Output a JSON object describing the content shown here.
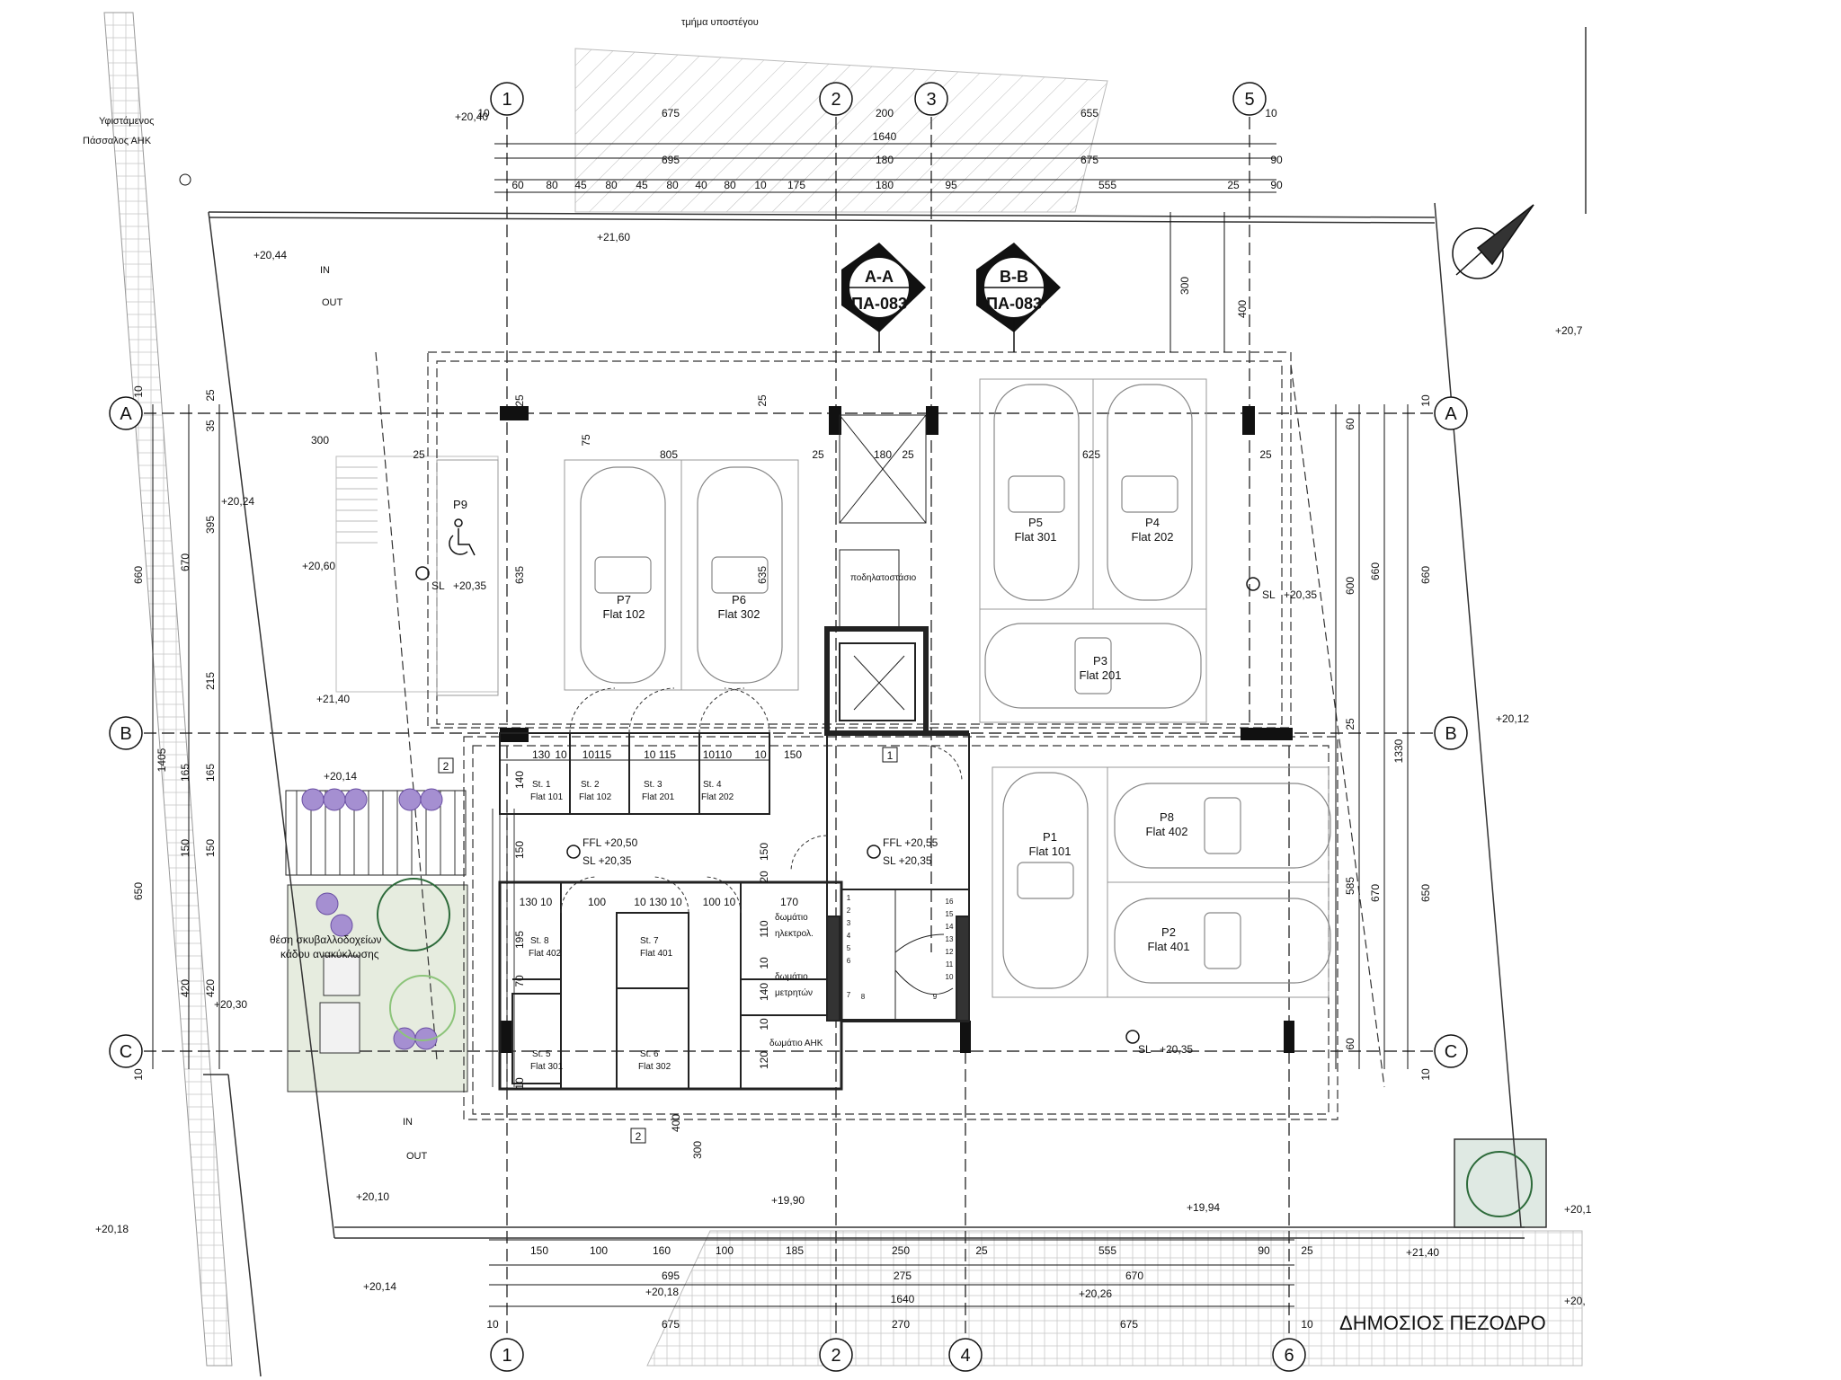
{
  "header": {
    "basement_part_label": "τμήμα υποστέγου"
  },
  "callouts": {
    "existing_pole": [
      "Υφιστάμενος",
      "Πάσσαλος ΑΗΚ"
    ],
    "street": "ΔΗΜΟΣΙΟΣ ΠΕΖΟΔΡΟ",
    "bins": [
      "θέση σκυβαλλοδοχείων",
      "κάδου ανακύκλωσης"
    ],
    "in": "IN",
    "out": "OUT"
  },
  "grid_axes": {
    "vertical_top": [
      {
        "label": "1",
        "dim_before": "10"
      },
      {
        "label": "2"
      },
      {
        "label": "3"
      },
      {
        "label": "5",
        "dim_after": "10"
      }
    ],
    "vertical_bottom": [
      {
        "label": "1"
      },
      {
        "label": "2"
      },
      {
        "label": "4"
      },
      {
        "label": "6"
      }
    ],
    "horizontal": [
      {
        "label": "A"
      },
      {
        "label": "B"
      },
      {
        "label": "C"
      }
    ]
  },
  "dimensions": {
    "top_row1": [
      "675",
      "200",
      "655"
    ],
    "top_row2": [
      "1640"
    ],
    "top_row3": [
      "695",
      "180",
      "675",
      "90"
    ],
    "top_row4": [
      "60",
      "80",
      "45",
      "80",
      "45",
      "80",
      "40",
      "80",
      "10",
      "175",
      "180",
      "95",
      "555",
      "25",
      "90"
    ],
    "bottom_row1": [
      "150",
      "100",
      "160",
      "100",
      "185",
      "250",
      "25",
      "555",
      "90",
      "25"
    ],
    "bottom_row2": [
      "695",
      "275",
      "670"
    ],
    "bottom_row3": [
      "1640"
    ],
    "bottom_row4": [
      "10",
      "675",
      "270",
      "675",
      "10"
    ],
    "left_outer": [
      "10",
      "660",
      "1405",
      "650",
      "10"
    ],
    "left_inner": [
      "25",
      "35",
      "395",
      "670",
      "215",
      "165",
      "165",
      "150",
      "150",
      "420",
      "420"
    ],
    "right_outer": [
      "10",
      "660",
      "1330",
      "650",
      "10"
    ],
    "right_inner": [
      "60",
      "600",
      "660",
      "25",
      "585",
      "670",
      "60"
    ],
    "misc": [
      "300",
      "300",
      "400",
      "805",
      "25",
      "180",
      "25",
      "625",
      "25",
      "635",
      "635",
      "75",
      "25",
      "25",
      "25",
      "300",
      "400",
      "130",
      "10",
      "10115",
      "10 115",
      "10110",
      "10",
      "150",
      "140",
      "150",
      "20",
      "150",
      "130 10",
      "100",
      "10 130 10",
      "100 10",
      "170",
      "195",
      "70",
      "110",
      "10",
      "140",
      "10",
      "120",
      "10"
    ]
  },
  "elevations": [
    "+20,40",
    "+20,44",
    "+21,60",
    "+20,24",
    "+20,60",
    "+21,40",
    "+20,14",
    "+20,30",
    "+20,10",
    "+20,18",
    "+20,14",
    "+20,18",
    "+19,90",
    "+20,26",
    "+19,94",
    "+21,40",
    "+20,7",
    "+20,12",
    "+20,1",
    "+20,"
  ],
  "levels": {
    "sl_p9": [
      "SL",
      "+20,35"
    ],
    "sl_right": [
      "SL",
      "+20,35"
    ],
    "ffl_left": [
      "FFL +20,50",
      "SL +20,35"
    ],
    "ffl_center": [
      "FFL +20,55",
      "SL +20,35"
    ],
    "sl_bottom": [
      "SL",
      "+20,35"
    ]
  },
  "sections": [
    {
      "label": "A-A",
      "sheet": "ΠΑ-083"
    },
    {
      "label": "B-B",
      "sheet": "ΠΑ-083"
    }
  ],
  "tags": [
    "1",
    "2",
    "2"
  ],
  "parking": [
    {
      "id": "P9",
      "flat": ""
    },
    {
      "id": "P7",
      "flat": "Flat 102"
    },
    {
      "id": "P6",
      "flat": "Flat 302"
    },
    {
      "id": "P5",
      "flat": "Flat 301"
    },
    {
      "id": "P4",
      "flat": "Flat 202"
    },
    {
      "id": "P3",
      "flat": "Flat 201"
    },
    {
      "id": "P1",
      "flat": "Flat 101"
    },
    {
      "id": "P8",
      "flat": "Flat 402"
    },
    {
      "id": "P2",
      "flat": "Flat 401"
    }
  ],
  "storages": [
    {
      "id": "St. 1",
      "flat": "Flat 101"
    },
    {
      "id": "St. 2",
      "flat": "Flat 102"
    },
    {
      "id": "St. 3",
      "flat": "Flat 201"
    },
    {
      "id": "St. 4",
      "flat": "Flat 202"
    },
    {
      "id": "St. 8",
      "flat": "Flat 402"
    },
    {
      "id": "St. 7",
      "flat": "Flat 401"
    },
    {
      "id": "St. 5",
      "flat": "Flat 301"
    },
    {
      "id": "St. 6",
      "flat": "Flat 302"
    }
  ],
  "rooms": {
    "electrical": [
      "δωμάτιο",
      "ηλεκτρολ."
    ],
    "meters": [
      "δωμάτιο",
      "μετρητών"
    ],
    "ahk": "δωμάτιο ΑΗΚ",
    "bike": "ποδηλατοστάσιο"
  },
  "stairs": [
    "1",
    "2",
    "3",
    "4",
    "5",
    "6",
    "7",
    "8",
    "9",
    "10",
    "11",
    "12",
    "13",
    "14",
    "15",
    "16"
  ]
}
